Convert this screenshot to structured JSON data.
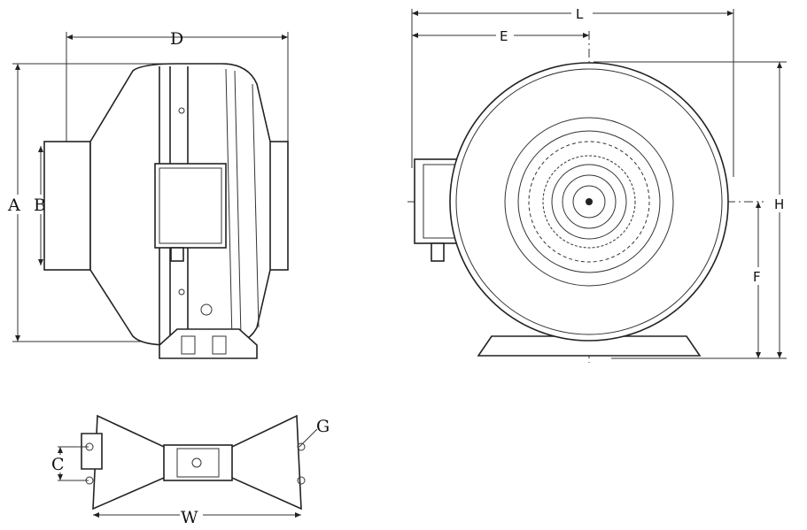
{
  "diagram": {
    "side_view": {
      "labels": {
        "A": "A",
        "B": "B",
        "D": "D"
      }
    },
    "front_view": {
      "labels": {
        "L": "L",
        "E": "E",
        "H": "H",
        "F": "F"
      }
    },
    "mount_bracket": {
      "labels": {
        "C": "C",
        "G": "G",
        "W": "W"
      }
    }
  }
}
